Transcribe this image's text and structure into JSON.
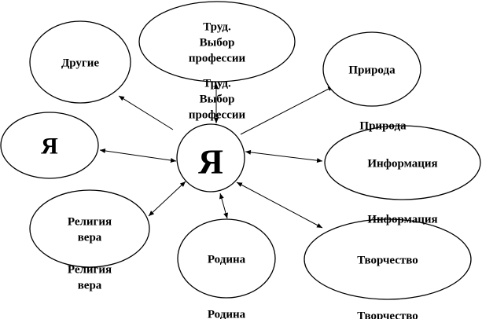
{
  "diagram": {
    "center": {
      "text": "Я"
    },
    "nodes": [
      {
        "id": "trud",
        "lines": [
          "Труд.",
          "Выбор",
          "профессии"
        ]
      },
      {
        "id": "drugie",
        "lines": [
          "Другие"
        ]
      },
      {
        "id": "priroda",
        "lines": [
          "Природа"
        ]
      },
      {
        "id": "ya-left",
        "lines": [
          "Я"
        ]
      },
      {
        "id": "informaciya",
        "lines": [
          "Информация"
        ]
      },
      {
        "id": "religiya",
        "lines": [
          "Религия",
          "вера"
        ]
      },
      {
        "id": "rodina",
        "lines": [
          "Родина"
        ]
      },
      {
        "id": "tvorchestvo",
        "lines": [
          "Творчество"
        ]
      }
    ],
    "ghost_labels": [
      {
        "id": "trud-echo",
        "lines": [
          "Труд.",
          "Выбор",
          "профессии"
        ]
      },
      {
        "id": "priroda-echo",
        "lines": [
          "Природа"
        ]
      },
      {
        "id": "informaciya-echo",
        "lines": [
          "Информация"
        ]
      },
      {
        "id": "religiya-echo",
        "lines": [
          "Религия",
          "вера"
        ]
      },
      {
        "id": "rodina-echo",
        "lines": [
          "Родина"
        ]
      },
      {
        "id": "tvorchestvo-echo",
        "lines": [
          "Творчество"
        ]
      }
    ],
    "edges": [
      {
        "from": "center",
        "to": "trud",
        "arrow": "both"
      },
      {
        "from": "center",
        "to": "drugie",
        "arrow": "end"
      },
      {
        "from": "center",
        "to": "priroda",
        "arrow": "end"
      },
      {
        "from": "center",
        "to": "ya-left",
        "arrow": "both"
      },
      {
        "from": "center",
        "to": "informaciya",
        "arrow": "both"
      },
      {
        "from": "center",
        "to": "religiya",
        "arrow": "both"
      },
      {
        "from": "center",
        "to": "rodina",
        "arrow": "both"
      },
      {
        "from": "center",
        "to": "tvorchestvo",
        "arrow": "both"
      }
    ]
  }
}
